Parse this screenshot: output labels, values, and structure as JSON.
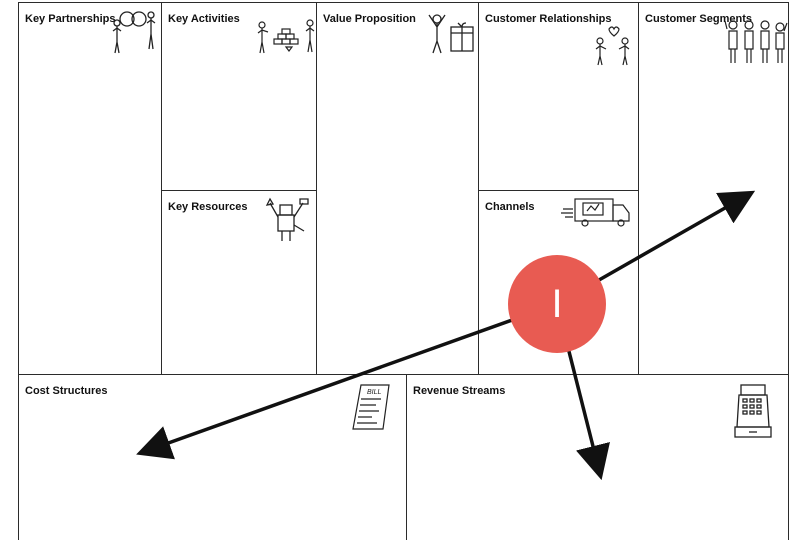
{
  "canvas": {
    "key_partnerships": "Key Partnerships",
    "key_activities": "Key Activities",
    "key_resources": "Key Resources",
    "value_proposition": "Value Proposition",
    "customer_relationships": "Customer Relationships",
    "channels": "Channels",
    "customer_segments": "Customer Segments",
    "cost_structures": "Cost Structures",
    "revenue_streams": "Revenue Streams"
  },
  "icons": {
    "key_partnerships": "partners-handshake-icon",
    "key_activities": "worker-building-icon",
    "key_resources": "robot-tools-icon",
    "value_proposition": "person-gift-icon",
    "customer_relationships": "couple-heart-icon",
    "channels": "delivery-truck-icon",
    "customer_segments": "group-people-icon",
    "cost_structures": "bill-receipt-icon",
    "revenue_streams": "cash-register-icon",
    "bill_text": "BILL"
  },
  "overlay": {
    "badge_label": "I",
    "badge_color": "#e85b52",
    "arrow_color": "#111111",
    "arrows": [
      "to-customer-segments",
      "to-cost-structures",
      "to-revenue-streams"
    ]
  }
}
